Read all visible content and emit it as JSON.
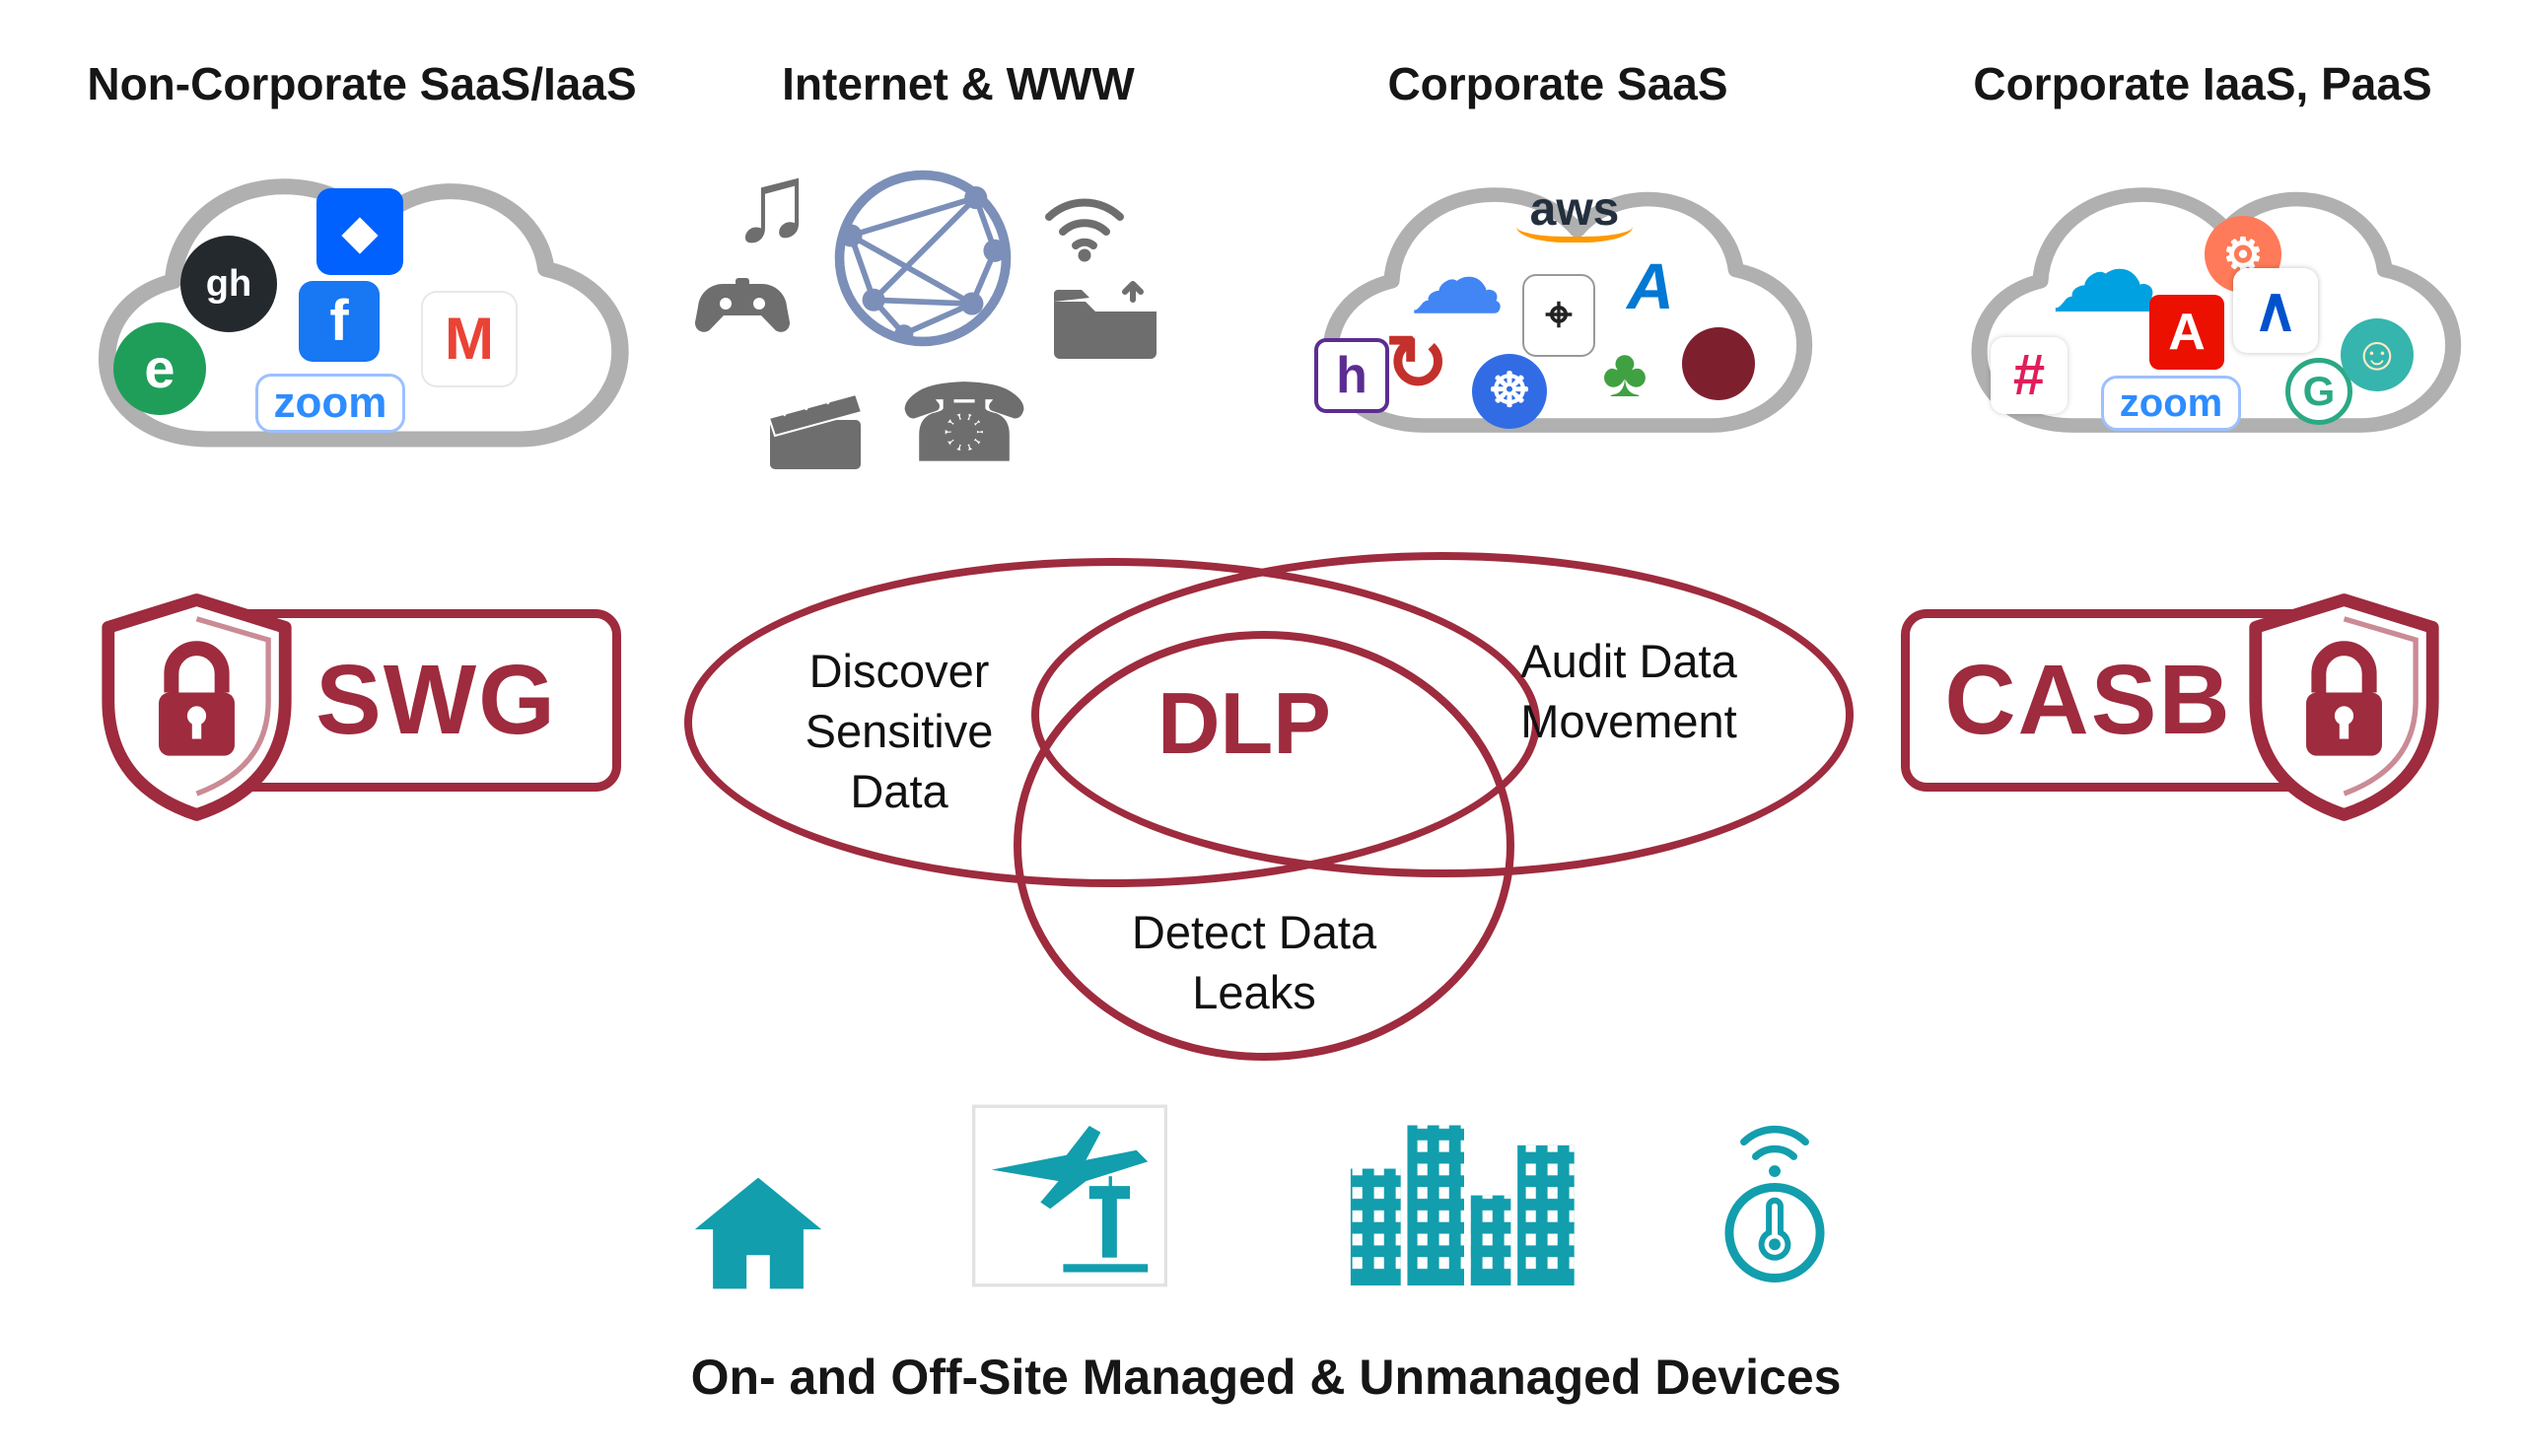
{
  "colors": {
    "maroon": "#9E2B3E",
    "teal": "#129EAD",
    "cloud_outline": "#B0B0B0",
    "internet_gray": "#6E6E6E",
    "globe_blue": "#7B8FB8",
    "text": "#161616"
  },
  "clouds": [
    {
      "label": "Non-Corporate SaaS/IaaS",
      "icons": [
        {
          "name": "github-icon",
          "kind": "tile",
          "shape": "circle",
          "glyph": "gh",
          "bg": "#24292E",
          "fg": "#FFFFFF"
        },
        {
          "name": "dropbox-icon",
          "kind": "tile",
          "shape": "square",
          "glyph": "◆",
          "bg": "#0061FF",
          "fg": "#FFFFFF"
        },
        {
          "name": "facebook-icon",
          "kind": "tile",
          "shape": "square",
          "glyph": "f",
          "bg": "#1877F2",
          "fg": "#FFFFFF"
        },
        {
          "name": "gmail-icon",
          "kind": "tile",
          "shape": "square",
          "glyph": "M",
          "bg": "#FFFFFF",
          "fg": "#EA4335"
        },
        {
          "name": "evernote-icon",
          "kind": "tile",
          "shape": "circle",
          "glyph": "e",
          "bg": "#1F9E5A",
          "fg": "#FFFFFF"
        },
        {
          "name": "zoom-icon",
          "kind": "tile",
          "shape": "pill",
          "glyph": "zoom",
          "bg": "#FFFFFF",
          "fg": "#2D8CFF"
        }
      ]
    },
    {
      "label": "Internet & WWW",
      "icons": [
        {
          "name": "music-note-icon",
          "kind": "tile",
          "shape": "plain",
          "glyph": "♫",
          "fg": "#6E6E6E"
        },
        {
          "name": "gamepad-icon",
          "kind": "lib"
        },
        {
          "name": "globe-network-icon",
          "kind": "lib"
        },
        {
          "name": "wifi-icon",
          "kind": "lib"
        },
        {
          "name": "folder-share-icon",
          "kind": "lib"
        },
        {
          "name": "clapperboard-icon",
          "kind": "lib"
        },
        {
          "name": "phone-icon",
          "kind": "tile",
          "shape": "plain",
          "glyph": "☎",
          "fg": "#6E6E6E"
        }
      ]
    },
    {
      "label": "Corporate SaaS",
      "icons": [
        {
          "name": "aws-icon",
          "kind": "tile",
          "shape": "plain",
          "glyph": "aws",
          "fg": "#232F3E"
        },
        {
          "name": "google-cloud-icon",
          "kind": "tile",
          "shape": "plain",
          "glyph": "☁",
          "fg": "#4285F4"
        },
        {
          "name": "azure-icon",
          "kind": "tile",
          "shape": "plain",
          "glyph": "A",
          "fg": "#0078D4"
        },
        {
          "name": "location-pin-box-icon",
          "kind": "tile",
          "shape": "square",
          "glyph": "⌖",
          "bg": "#FFFFFF",
          "fg": "#222222"
        },
        {
          "name": "h-box-icon",
          "kind": "tile",
          "shape": "square",
          "glyph": "h",
          "bg": "#FFFFFF",
          "fg": "#5C2D91"
        },
        {
          "name": "refresh-arrows-icon",
          "kind": "tile",
          "shape": "plain",
          "glyph": "↻",
          "fg": "#C4302B"
        },
        {
          "name": "kubernetes-icon",
          "kind": "tile",
          "shape": "circle",
          "glyph": "☸",
          "bg": "#326CE5",
          "fg": "#FFFFFF"
        },
        {
          "name": "plant-icon",
          "kind": "tile",
          "shape": "plain",
          "glyph": "♣",
          "fg": "#3FA142"
        },
        {
          "name": "dark-red-disc-icon",
          "kind": "tile",
          "shape": "circle",
          "glyph": "",
          "bg": "#7E1F2E",
          "fg": "#FFFFFF"
        }
      ]
    },
    {
      "label": "Corporate IaaS, PaaS",
      "icons": [
        {
          "name": "salesforce-icon",
          "kind": "tile",
          "shape": "plain",
          "glyph": "☁",
          "fg": "#00A1E0"
        },
        {
          "name": "hubspot-icon",
          "kind": "tile",
          "shape": "circle",
          "glyph": "⚙",
          "bg": "#FF7A59",
          "fg": "#FFFFFF"
        },
        {
          "name": "adobe-icon",
          "kind": "tile",
          "shape": "square",
          "glyph": "A",
          "bg": "#EB1000",
          "fg": "#FFFFFF"
        },
        {
          "name": "atlassian-icon",
          "kind": "tile",
          "shape": "square",
          "glyph": "∧",
          "bg": "#FFFFFF",
          "fg": "#0052CC"
        },
        {
          "name": "slack-icon",
          "kind": "tile",
          "shape": "square",
          "glyph": "#",
          "bg": "#FFFFFF",
          "fg": "#E01E5A"
        },
        {
          "name": "zoom-icon",
          "kind": "tile",
          "shape": "pill",
          "glyph": "zoom",
          "bg": "#FFFFFF",
          "fg": "#2D8CFF"
        },
        {
          "name": "g-circle-icon",
          "kind": "tile",
          "shape": "circle",
          "glyph": "G",
          "bg": "#FFFFFF",
          "fg": "#2BA884"
        },
        {
          "name": "mailchimp-icon",
          "kind": "tile",
          "shape": "circle",
          "glyph": "☺",
          "bg": "#35B5AD",
          "fg": "#FDEBC8"
        }
      ]
    }
  ],
  "venn": {
    "discover": "Discover\nSensitive\nData",
    "audit": "Audit Data\nMovement",
    "detect": "Detect Data\nLeaks",
    "dlp": "DLP"
  },
  "badges": {
    "swg": "SWG",
    "casb": "CASB"
  },
  "devices": {
    "caption": "On- and Off-Site Managed & Unmanaged Devices",
    "icons": [
      {
        "name": "house-icon",
        "kind": "lib"
      },
      {
        "name": "airport-icon",
        "kind": "lib"
      },
      {
        "name": "city-buildings-icon",
        "kind": "lib"
      },
      {
        "name": "iot-thermometer-icon",
        "kind": "lib"
      }
    ]
  }
}
